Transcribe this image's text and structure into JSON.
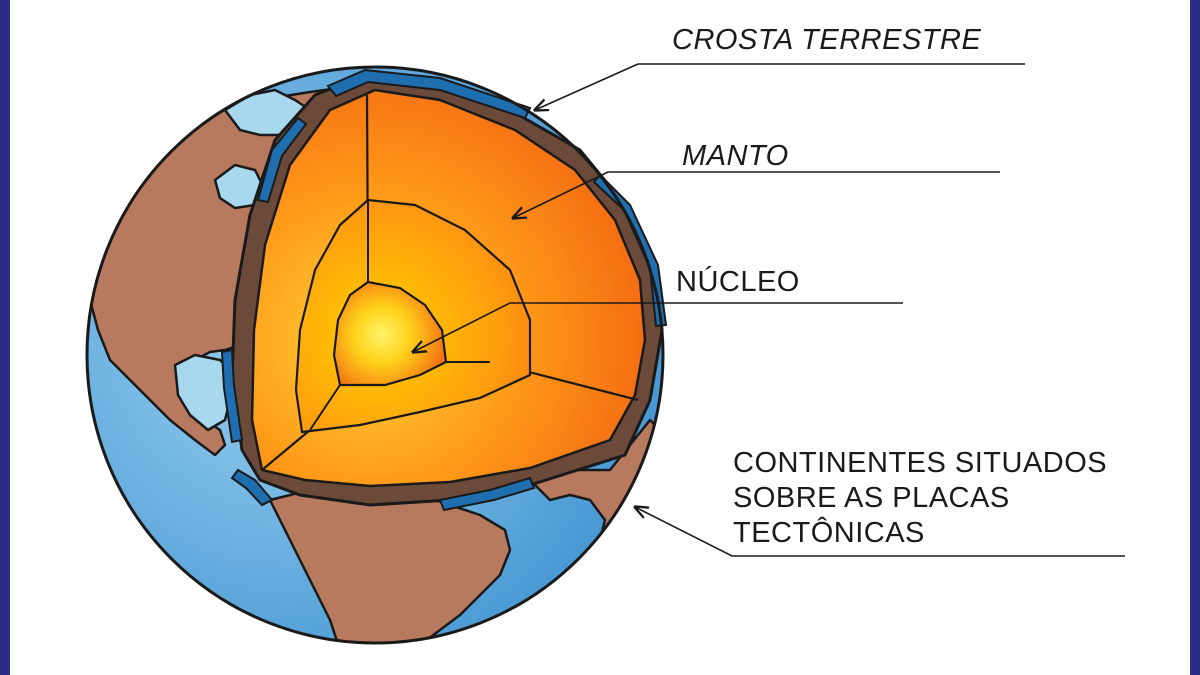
{
  "labels": {
    "crust": "CROSTA TERRESTRE",
    "mantle": "MANTO",
    "core": "NÚCLEO",
    "continents": [
      "CONTINENTES SITUADOS",
      "SOBRE AS PLACAS",
      "TECTÔNICAS"
    ]
  },
  "colors": {
    "frame": "#2b2a85",
    "ocean": "#4aa3dd",
    "land": "#b87a5e",
    "crust": "#6b4a3a",
    "plate": "#1f6fb0",
    "mantle_outer": "#ff7a14",
    "mantle_inner": "#ffb020",
    "core": "#ffd21a"
  }
}
